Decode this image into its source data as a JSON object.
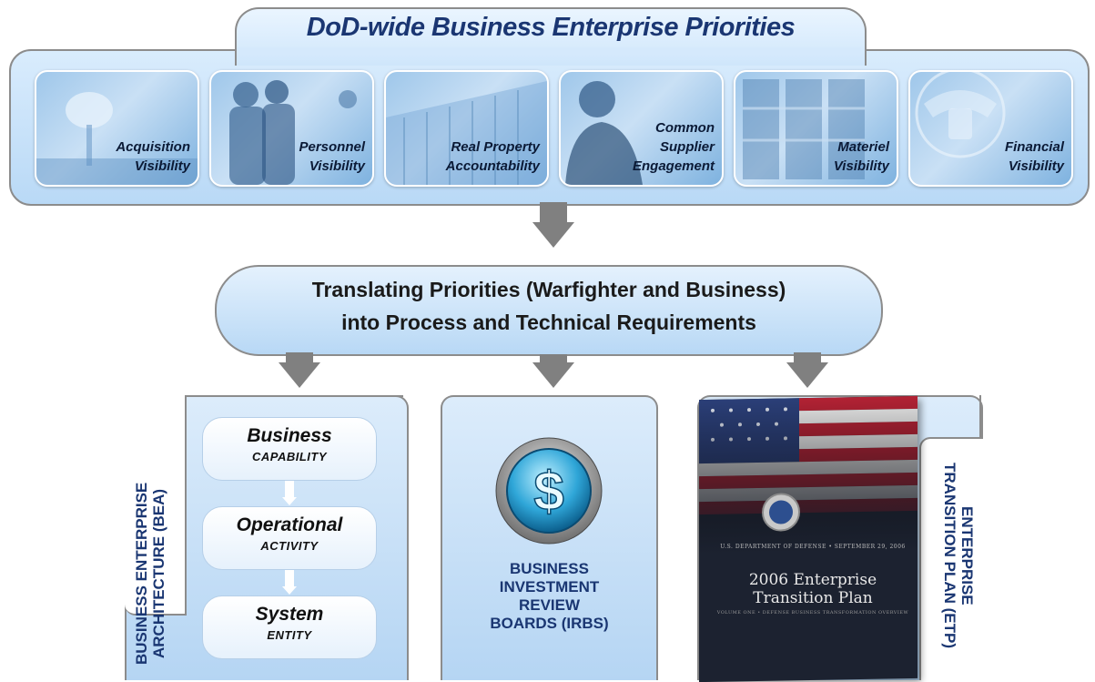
{
  "banner": {
    "title": "DoD-wide Business Enterprise Priorities",
    "priorities": [
      {
        "label": "Acquisition\nVisibility",
        "icon": "satellite-dish-photo"
      },
      {
        "label": "Personnel\nVisibility",
        "icon": "soldiers-photo"
      },
      {
        "label": "Real Property\nAccountability",
        "icon": "building-photo"
      },
      {
        "label": "Common\nSupplier\nEngagement",
        "icon": "businessman-photo"
      },
      {
        "label": "Materiel\nVisibility",
        "icon": "warehouse-photo"
      },
      {
        "label": "Financial\nVisibility",
        "icon": "great-seal-photo"
      }
    ]
  },
  "translation": {
    "line1": "Translating Priorities (Warfighter and Business)",
    "line2": "into Process and Technical Requirements"
  },
  "bea": {
    "side_label": "BUSINESS ENTERPRISE\nARCHITECTURE (BEA)",
    "steps": [
      {
        "title": "Business",
        "subtitle": "CAPABILITY"
      },
      {
        "title": "Operational",
        "subtitle": "ACTIVITY"
      },
      {
        "title": "System",
        "subtitle": "ENTITY"
      }
    ]
  },
  "irb": {
    "label": "BUSINESS\nINVESTMENT\nREVIEW\nBOARDS (IRBS)",
    "icon": "dollar-coin-icon"
  },
  "etp": {
    "side_label": "ENTERPRISE\nTRANSITION PLAN (ETP)",
    "book_header": "U.S. DEPARTMENT OF DEFENSE  •  SEPTEMBER 29, 2006",
    "book_title": "2006 Enterprise Transition Plan",
    "book_footer": "VOLUME ONE  •  DEFENSE BUSINESS TRANSFORMATION OVERVIEW"
  },
  "colors": {
    "title_navy": "#1a3672",
    "panel_blue": "#b9d9f6",
    "arrow_gray": "#808080",
    "border_gray": "#8c8c8c"
  }
}
